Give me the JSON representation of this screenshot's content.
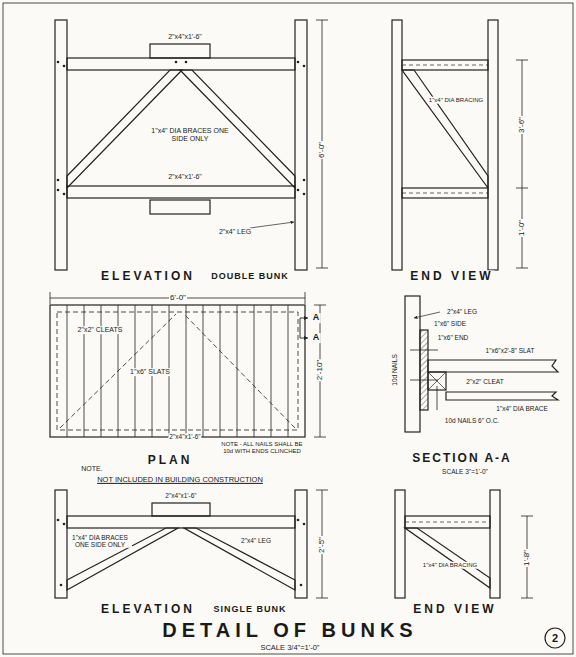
{
  "diagram": {
    "title": "DETAIL OF BUNKS",
    "labels": [
      "2\"x4\"x1'-6\"",
      "1\"x4\" DIA BRACES ONE SIDE ONLY",
      "2\"x4\"x1'-6\"",
      "2\"x4\" LEG",
      "6'-0\"",
      "1\"x4\" DIA BRACING",
      "3'-6\"",
      "1'-0\"",
      "ELEVATION",
      "DOUBLE BUNK",
      "END VIEW",
      "6'-0\"",
      "2\"x2\" CLEATS",
      "1\"x6\" SLATS",
      "2'-10\"",
      "2\"x4\"x1'-6\"",
      "A",
      "A",
      "NOTE - ALL NAILS SHALL BE 10d WITH ENDS CLINCHED",
      "PLAN",
      "2\"x4\" LEG",
      "1\"x6\" SIDE",
      "1\"x6\" END",
      "10d NAILS",
      "1\"x6\"x2'-8\" SLAT",
      "2\"x2\" CLEAT",
      "1\"x4\" DIA BRACE",
      "10d NAILS 6\" O.C.",
      "SECTION A-A",
      "SCALE 3\"=1'-0\"",
      "NOTE.",
      "NOT INCLUDED IN BUILDING CONSTRUCTION",
      "2\"x4\"x1'-6\"",
      "1\"x4\" DIA BRACES ONE SIDE ONLY",
      "2\"x4\" LEG",
      "2'-5\"",
      "1\"x4\" DIA BRACING",
      "1'-8\"",
      "ELEVATION",
      "SINGLE BUNK",
      "END VIEW",
      "SCALE 3/4\"=1'-0\"",
      "2"
    ]
  }
}
